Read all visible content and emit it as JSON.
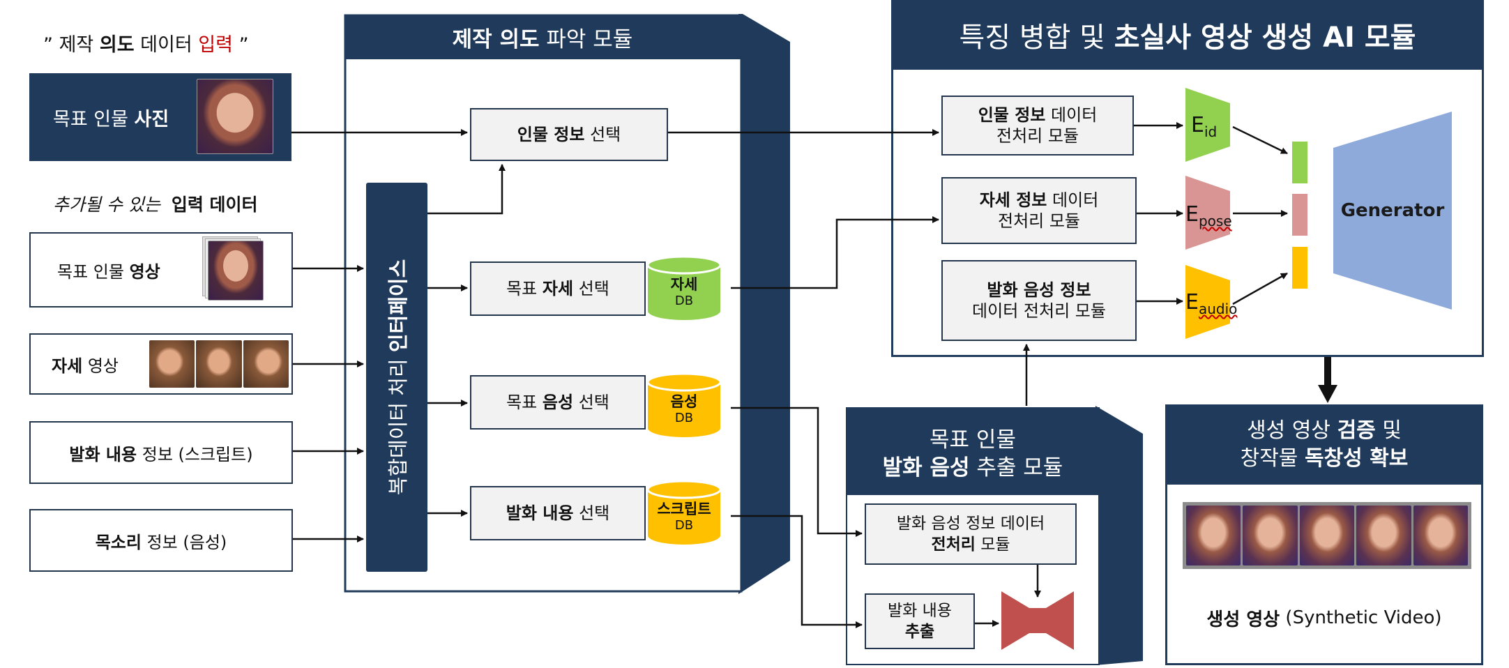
{
  "palette": {
    "navy": "#1f3a5a",
    "green": "#92d050",
    "pink": "#d99594",
    "yellow": "#ffc000",
    "blue": "#8eaadb",
    "red": "#c0504d"
  },
  "intent_input": {
    "quote_open": "”",
    "w1": "제작",
    "w2": "의도",
    "w3": "데이터",
    "w4": "입력",
    "quote_close": "”"
  },
  "inputs": {
    "photo": {
      "plain": "목표 인물",
      "bold": "사진"
    },
    "extra": {
      "italic": "추가될 수 있는",
      "bold": "입력 데이터"
    },
    "video": {
      "plain": "목표 인물",
      "bold": "영상"
    },
    "pose": {
      "bold": "자세",
      "plain": "영상"
    },
    "script": {
      "bold": "발화 내용",
      "plain": "정보 (스크립트)"
    },
    "voice": {
      "bold": "목소리",
      "plain": "정보 (음성)"
    }
  },
  "intent_module": {
    "title_bold": "제작 의도",
    "title_plain": "파악 모듈",
    "interface": {
      "plain": "복합데이터 처리",
      "bold": "인터페이스"
    },
    "select_person": {
      "bold": "인물 정보",
      "plain": "선택"
    },
    "select_pose": {
      "plain1": "목표",
      "bold": "자세",
      "plain2": "선택",
      "db": "자세",
      "db_sub": "DB"
    },
    "select_voice": {
      "plain1": "목표",
      "bold": "음성",
      "plain2": "선택",
      "db": "음성",
      "db_sub": "DB"
    },
    "select_script": {
      "bold": "발화 내용",
      "plain": "선택",
      "db": "스크립트",
      "db_sub": "DB"
    }
  },
  "fusion_module": {
    "title_plain": "특징 병합 및",
    "title_bold": "초실사 영상 생성 AI 모듈",
    "person_pre": {
      "bold": "인물 정보",
      "plain": "데이터",
      "line2": "전처리 모듈"
    },
    "pose_pre": {
      "bold": "자세 정보",
      "plain": "데이터",
      "line2": "전처리 모듈"
    },
    "audio_pre": {
      "line1": "발화 음성 정보",
      "line2": "데이터 전처리 모듈"
    },
    "encoders": [
      {
        "main": "E",
        "sub": "id"
      },
      {
        "main": "E",
        "sub": "pose"
      },
      {
        "main": "E",
        "sub": "audio"
      }
    ],
    "generator": "Generator"
  },
  "extract_module": {
    "title_line1": "목표 인물",
    "title_bold": "발화 음성",
    "title_plain": "추출 모듈",
    "pre": {
      "line1": "발화 음성 정보 데이터",
      "bold": "전처리",
      "plain": "모듈"
    },
    "content": {
      "line1": "발화 내용",
      "bold": "추출"
    }
  },
  "verify_module": {
    "line1_plain": "생성 영상",
    "line1_bold": "검증",
    "line1_end": "및",
    "line2_plain": "창작물",
    "line2_bold": "독창성 확보",
    "caption_bold": "생성 영상",
    "caption_plain": "(Synthetic Video)"
  }
}
